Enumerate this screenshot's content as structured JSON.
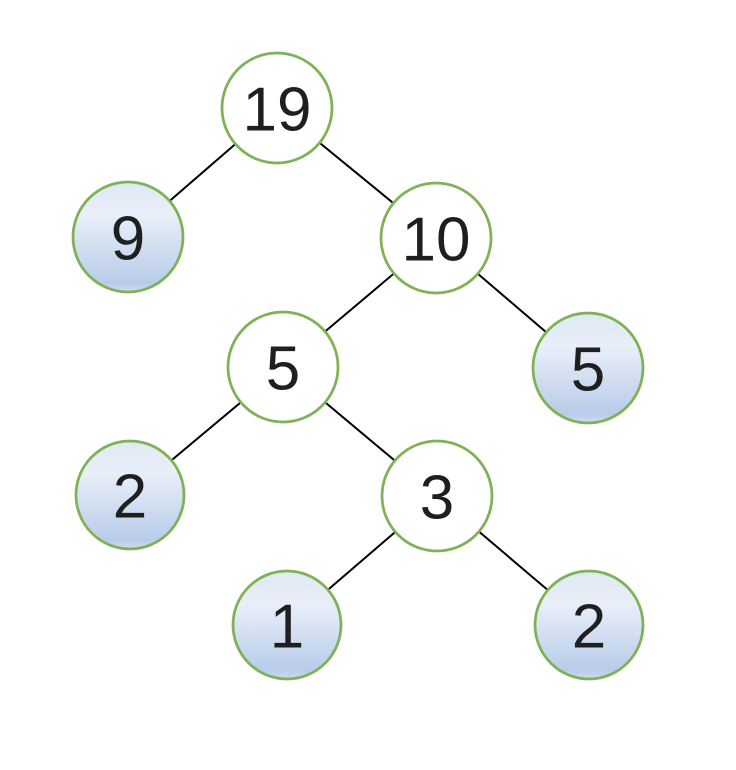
{
  "colors": {
    "background": "#ffffff",
    "node_border": "#7eb254",
    "internal_fill": "#ffffff",
    "leaf_grad_top": "#dfe8f5",
    "leaf_grad_upper": "#e9eff9",
    "leaf_grad_lower": "#b8cce9",
    "leaf_grad_bottom": "#cfdcef",
    "edge": "#000000",
    "text": "#1f1f1f"
  },
  "tree": {
    "type": "binary-tree",
    "nodes": [
      {
        "id": "root",
        "value": "19",
        "style": "internal",
        "parent": null
      },
      {
        "id": "root-L",
        "value": "9",
        "style": "leaf",
        "parent": "root"
      },
      {
        "id": "root-R",
        "value": "10",
        "style": "internal",
        "parent": "root"
      },
      {
        "id": "root-R-L",
        "value": "5",
        "style": "internal",
        "parent": "root-R"
      },
      {
        "id": "root-R-R",
        "value": "5",
        "style": "leaf",
        "parent": "root-R"
      },
      {
        "id": "root-R-L-L",
        "value": "2",
        "style": "leaf",
        "parent": "root-R-L"
      },
      {
        "id": "root-R-L-R",
        "value": "3",
        "style": "internal",
        "parent": "root-R-L"
      },
      {
        "id": "root-R-L-R-L",
        "value": "1",
        "style": "leaf",
        "parent": "root-R-L-R"
      },
      {
        "id": "root-R-L-R-R",
        "value": "2",
        "style": "leaf",
        "parent": "root-R-L-R"
      }
    ],
    "edges": [
      [
        "root",
        "root-L"
      ],
      [
        "root",
        "root-R"
      ],
      [
        "root-R",
        "root-R-L"
      ],
      [
        "root-R",
        "root-R-R"
      ],
      [
        "root-R-L",
        "root-R-L-L"
      ],
      [
        "root-R-L",
        "root-R-L-R"
      ],
      [
        "root-R-L-R",
        "root-R-L-R-L"
      ],
      [
        "root-R-L-R",
        "root-R-L-R-R"
      ]
    ]
  }
}
